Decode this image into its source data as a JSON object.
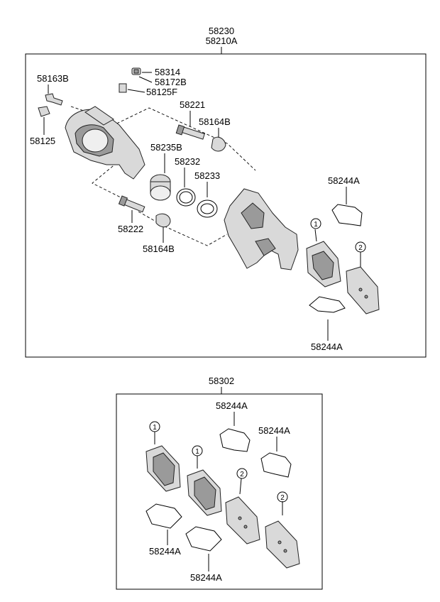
{
  "diagram": {
    "upper_box": {
      "title_line1": "58230",
      "title_line2": "58210A",
      "labels": {
        "l58163B": "58163B",
        "l58314": "58314",
        "l58172B": "58172B",
        "l58125F": "58125F",
        "l58125": "58125",
        "l58221": "58221",
        "l58164B_top": "58164B",
        "l58235B": "58235B",
        "l58232": "58232",
        "l58233": "58233",
        "l58222": "58222",
        "l58164B_bot": "58164B",
        "l58244A_top": "58244A",
        "l58244A_bot": "58244A"
      },
      "markers": {
        "m1": "1",
        "m2": "2"
      }
    },
    "lower_box": {
      "title": "58302",
      "labels": {
        "l58244A_a": "58244A",
        "l58244A_b": "58244A",
        "l58244A_c": "58244A",
        "l58244A_d": "58244A"
      },
      "markers": {
        "m1a": "1",
        "m1b": "1",
        "m2a": "2",
        "m2b": "2"
      }
    }
  }
}
